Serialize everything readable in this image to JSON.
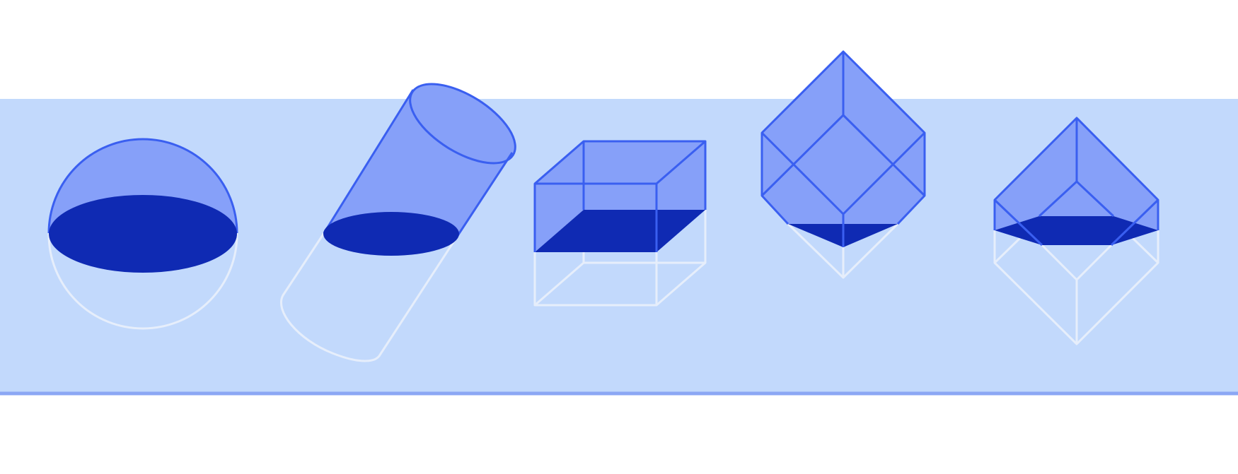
{
  "scene": {
    "description_free": true,
    "colors": {
      "page_background": "#ffffff",
      "water_band": "#c2d9fc",
      "water_edge_line": "#8ba7f4",
      "upper_fill": "#86a0f9",
      "water_cross_section": "#0f2ab3",
      "outline_above": "#3a5ff0",
      "outline_below": "#e6eefb"
    },
    "shapes": [
      {
        "id": "sphere",
        "kind": "sphere"
      },
      {
        "id": "tilted-cylinder",
        "kind": "cylinder"
      },
      {
        "id": "cube",
        "kind": "cube"
      },
      {
        "id": "cube-on-vertex",
        "kind": "cube-vertex"
      },
      {
        "id": "cube-on-edge",
        "kind": "cube-edge"
      }
    ]
  }
}
